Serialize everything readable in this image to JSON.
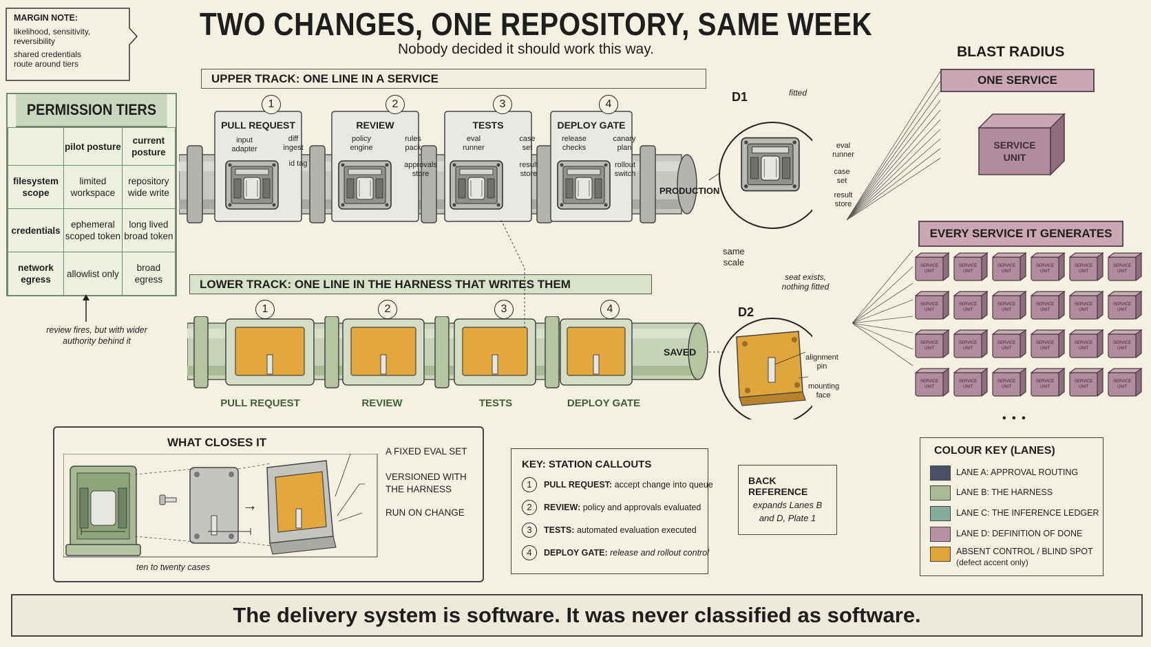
{
  "title": "TWO CHANGES, ONE REPOSITORY, SAME WEEK",
  "subtitle": "Nobody decided it should work this way.",
  "margin_note": {
    "title": "MARGIN NOTE:",
    "lines": [
      "likelihood, sensitivity,",
      "reversibility",
      "shared credentials",
      "route around tiers"
    ]
  },
  "permission_tiers": {
    "title": "PERMISSION TIERS",
    "columns": [
      "pilot posture",
      "current posture"
    ],
    "rows": [
      {
        "label": "filesystem scope",
        "pilot": "limited workspace",
        "current": "repository wide write"
      },
      {
        "label": "credentials",
        "pilot": "ephemeral scoped token",
        "current": "long lived broad token"
      },
      {
        "label": "network egress",
        "pilot": "allowlist only",
        "current": "broad egress"
      }
    ],
    "note": "review fires, but with wider authority behind it"
  },
  "upper_track": {
    "header": "UPPER TRACK: ONE LINE IN A SERVICE",
    "stations": [
      {
        "num": "1",
        "label": "PULL REQUEST",
        "callouts": [
          "input adapter",
          "diff ingest",
          "id tag"
        ]
      },
      {
        "num": "2",
        "label": "REVIEW",
        "callouts": [
          "policy engine",
          "rules pack",
          "approvals store"
        ]
      },
      {
        "num": "3",
        "label": "TESTS",
        "callouts": [
          "eval runner",
          "case set",
          "result store"
        ]
      },
      {
        "num": "4",
        "label": "DEPLOY GATE",
        "callouts": [
          "release checks",
          "canary plan",
          "rollout switch"
        ]
      }
    ],
    "endpoint": "PRODUCTION"
  },
  "lower_track": {
    "header": "LOWER TRACK: ONE LINE IN THE HARNESS THAT WRITES THEM",
    "stations": [
      {
        "num": "1",
        "label": "PULL REQUEST"
      },
      {
        "num": "2",
        "label": "REVIEW"
      },
      {
        "num": "3",
        "label": "TESTS"
      },
      {
        "num": "4",
        "label": "DEPLOY GATE"
      }
    ],
    "endpoint": "SAVED"
  },
  "details": {
    "same_scale": [
      "same",
      "scale"
    ],
    "d1": {
      "label": "D1",
      "caption": "fitted",
      "callouts": [
        "eval runner",
        "case set",
        "result store"
      ]
    },
    "d2": {
      "label": "D2",
      "caption": [
        "seat exists,",
        "nothing fitted"
      ],
      "callouts": [
        "alignment pin",
        "mounting face"
      ]
    }
  },
  "blast_radius": {
    "title": "BLAST RADIUS",
    "one_service": "ONE SERVICE",
    "every_service": "EVERY SERVICE IT GENERATES",
    "unit_label": [
      "SERVICE",
      "UNIT"
    ],
    "ellipsis": "• • •"
  },
  "what_closes": {
    "title": "WHAT CLOSES IT",
    "items": [
      "A FIXED EVAL SET",
      "VERSIONED WITH",
      "THE HARNESS",
      "RUN ON CHANGE"
    ],
    "arrow": "→",
    "caption": "ten to twenty cases"
  },
  "key": {
    "title": "KEY:  STATION CALLOUTS",
    "rows": [
      {
        "num": "1",
        "term": "PULL REQUEST:",
        "desc": "accept change into queue"
      },
      {
        "num": "2",
        "term": "REVIEW:",
        "desc": "policy and approvals evaluated"
      },
      {
        "num": "3",
        "term": "TESTS:",
        "desc": "automated evaluation executed"
      },
      {
        "num": "4",
        "term": "DEPLOY GATE:",
        "desc": "release and rollout control"
      }
    ]
  },
  "back_reference": {
    "title": "BACK REFERENCE",
    "lines": [
      "expands Lanes B",
      "and D, Plate 1"
    ]
  },
  "colour_key": {
    "title": "COLOUR KEY (LANES)",
    "rows": [
      {
        "label": "LANE A: APPROVAL ROUTING",
        "color": "#4a5068"
      },
      {
        "label": "LANE B: THE HARNESS",
        "color": "#a9bb94"
      },
      {
        "label": "LANE C: THE INFERENCE LEDGER",
        "color": "#86ac9c"
      },
      {
        "label": "LANE D: DEFINITION OF DONE",
        "color": "#b691a1"
      },
      {
        "label": "ABSENT CONTROL / BLIND SPOT",
        "sub": "(defect accent only)",
        "color": "#e0a63c"
      }
    ]
  },
  "banner": "The delivery system is software. It was never classified as software."
}
